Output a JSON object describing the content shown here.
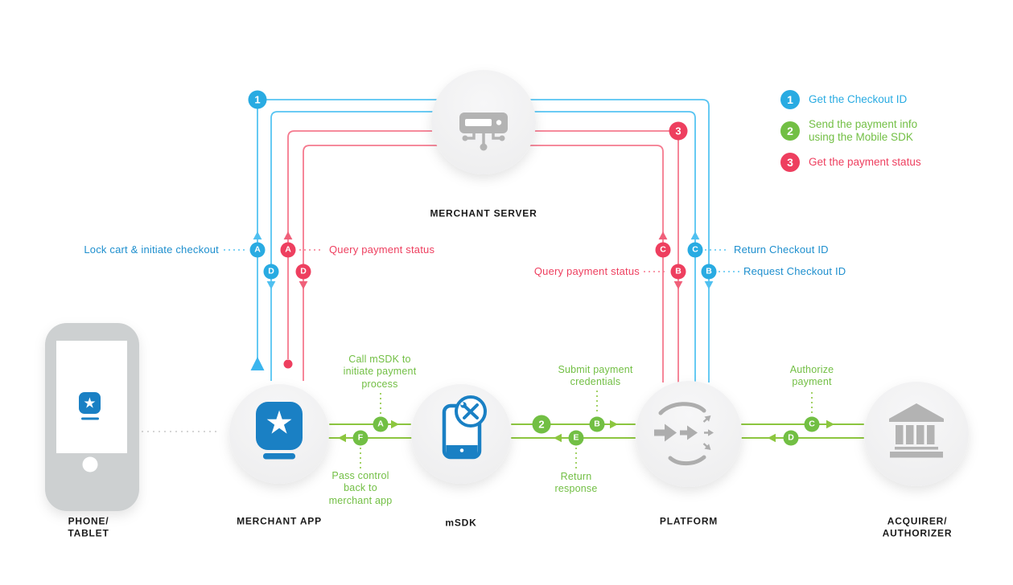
{
  "colors": {
    "blue_badge": "#29ABE2",
    "blue_line": "#56C4F2",
    "blue_text": "#1E8FCE",
    "green_badge": "#72BF44",
    "green_line": "#8CC63F",
    "red_badge": "#EE3F5F",
    "red_line": "#F5798E",
    "icon_gray": "#B3B3B3",
    "icon_blue": "#1A80C4",
    "node_fill": "#F2F2F3",
    "label_dark": "#1B1B1B"
  },
  "icons": {
    "app_star": "★"
  },
  "legend": {
    "items": [
      {
        "num": "1",
        "label": "Get the Checkout ID"
      },
      {
        "num": "2",
        "label": "Send the payment info\nusing the Mobile SDK"
      },
      {
        "num": "3",
        "label": "Get the payment status"
      }
    ]
  },
  "nodes": {
    "phone": "PHONE/\nTABLET",
    "merchant_app": "MERCHANT APP",
    "merchant_server": "MERCHANT SERVER",
    "msdk": "mSDK",
    "platform": "PLATFORM",
    "acquirer": "ACQUIRER/\nAUTHORIZER"
  },
  "checkout_flow": {
    "step_num": "1",
    "lock_cart": "Lock cart & initiate checkout",
    "return_checkout_id": "Return Checkout ID",
    "request_checkout_id": "Request Checkout ID",
    "badge_a": "A",
    "badge_b": "B",
    "badge_c": "C",
    "badge_d": "D"
  },
  "status_flow": {
    "step_num": "3",
    "query_left": "Query payment status",
    "query_right": "Query payment status",
    "badge_a": "A",
    "badge_b": "B",
    "badge_c": "C",
    "badge_d": "D"
  },
  "payment_flow": {
    "step_num": "2",
    "call_msdk": "Call mSDK to\ninitiate payment\nprocess",
    "pass_control": "Pass control\nback to\nmerchant app",
    "submit_credentials": "Submit payment\ncredentials",
    "return_response": "Return\nresponse",
    "authorize_payment": "Authorize\npayment",
    "badge_a": "A",
    "badge_b": "B",
    "badge_c": "C",
    "badge_d": "D",
    "badge_e": "E",
    "badge_f": "F"
  }
}
